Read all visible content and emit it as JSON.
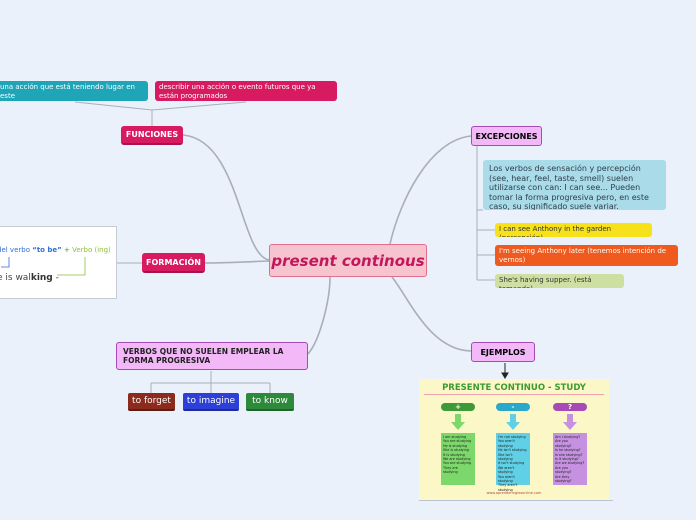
{
  "central": "present continous",
  "branches": {
    "funciones": "FUNCIONES",
    "formacion": "FORMACIÓN",
    "excepciones": "EXCEPCIONES",
    "ejemplos": "EJEMPLOS",
    "verbos": "VERBOS QUE NO SUELEN EMPLEAR LA FORMA PROGRESIVA"
  },
  "funciones_leaves": [
    "una acción que está teniendo lugar en este",
    "describir una acción o evento futuros que ya están programados"
  ],
  "formacion_card": {
    "verbo_prefix": "del verbo",
    "to_be": "“to be”",
    "plus": "+",
    "verbo_ing": "Verbo (ing)",
    "example_prefix": "e is wal",
    "example_king": "king",
    "example_suffix": " -"
  },
  "excepciones_note": "Los verbos de sensación y percepción (see, hear, feel, taste, smell) suelen utilizarse con can: I can see... Pueden tomar la forma progresiva pero, en este caso, su significado suele variar.",
  "excepciones_examples": [
    "I can see Anthony in the garden (percepción)",
    "I'm seeing Anthony later (tenemos intención de vernos)",
    "She's having supper. (está tomando)"
  ],
  "verbos_examples": [
    "to forget",
    "to imagine",
    "to know"
  ],
  "ejemplos_image": {
    "title": "PRESENTE CONTINUO - STUDY",
    "signs": [
      "+",
      "-",
      "?"
    ],
    "affirmative": [
      "I am studying",
      "You are studying",
      "He is studying",
      "She is studying",
      "It is studying",
      "We are studying",
      "You are studying",
      "They are studying"
    ],
    "negative": [
      "I'm not studying",
      "You aren't studying",
      "He isn't studying",
      "She isn't studying",
      "It isn't studying",
      "We aren't studying",
      "You aren't studying",
      "They aren't studying"
    ],
    "interrogative": [
      "Am I studying?",
      "Are you studying?",
      "Is he studying?",
      "Is she studying?",
      "Is it studying?",
      "Are we studying?",
      "Are you studying?",
      "Are they studying?"
    ],
    "footer": "www.aprenderinglesonline.com"
  },
  "colors": {
    "background": "#eaf1fb",
    "central_fill": "#f6c3cf",
    "central_text": "#c2185b",
    "branch_pink": "#d81b60",
    "branch_lilac": "#f3b8f7",
    "connector": "#a9aeb8"
  }
}
